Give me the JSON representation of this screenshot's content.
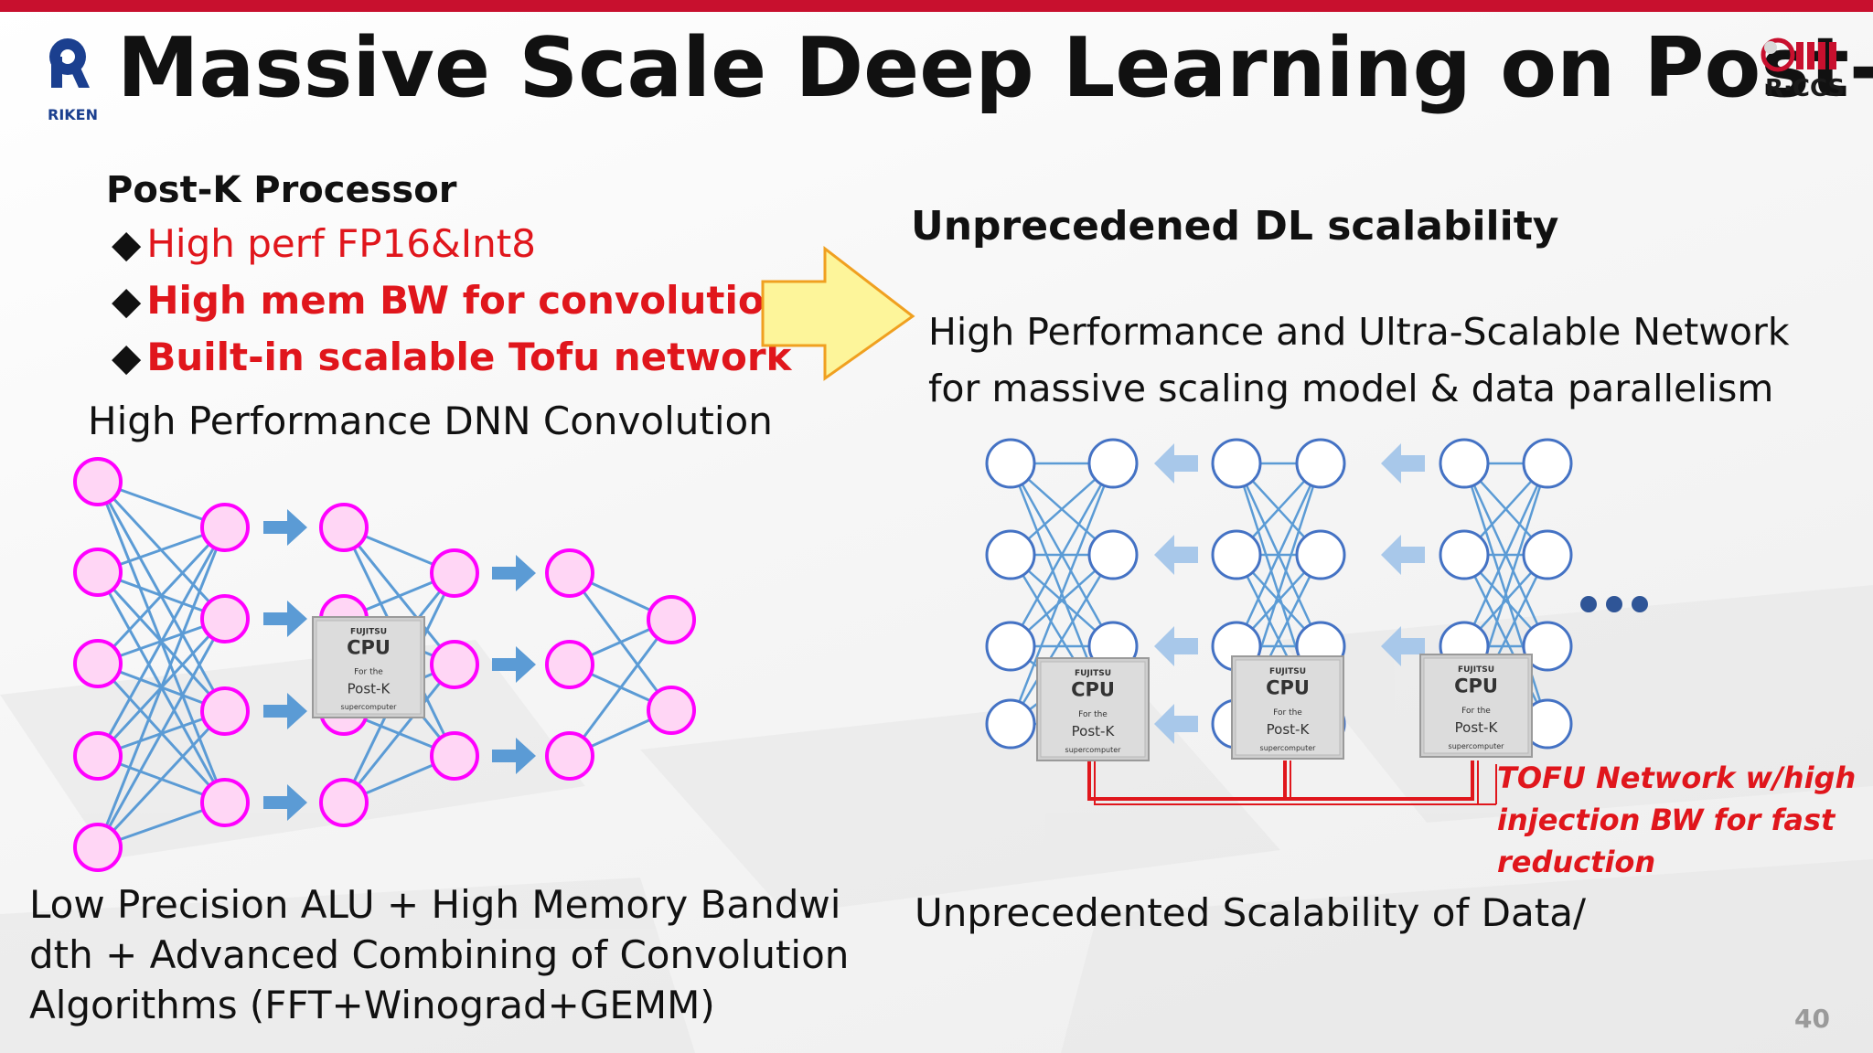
{
  "slide": {
    "title": "Massive Scale Deep Learning on Post-K",
    "logo_left_text": "RIKEN",
    "logo_right_text": "R·CCS",
    "page_number": "40"
  },
  "left": {
    "heading": "Post-K Processor",
    "bullet_symbol": "◆",
    "bullets": [
      "High perf FP16&Int8",
      "High mem BW for convolution",
      "Built-in scalable Tofu network"
    ],
    "caption": "High Performance DNN Convolution",
    "bottom_lines": [
      "Low Precision ALU + High Memory Bandwi",
      "dth + Advanced Combining of Convolution",
      "Algorithms (FFT+Winograd+GEMM)"
    ]
  },
  "right": {
    "heading": "Unprecedened DL scalability",
    "desc_lines": [
      "High Performance and Ultra-Scalable Network",
      "for massive scaling model & data parallelism"
    ],
    "tofu_lines": [
      "TOFU Network w/high",
      "injection BW for fast",
      "reduction"
    ],
    "bottom": "Unprecedented Scalability of Data/"
  },
  "chip": {
    "brand": "FUJITSU",
    "name": "CPU",
    "for_the": "For the",
    "model": "Post-K",
    "sub": "supercomputer"
  },
  "colors": {
    "accent_red": "#e0161c",
    "top_bar": "#c8102e",
    "left_node": "#ff00ff",
    "left_node_fill": "#ffd6f5",
    "edge_blue": "#5b9bd5",
    "right_node": "#4472c4",
    "arrow_blue": "#5b9bd5",
    "arrow_light": "#a8c8ea",
    "big_arrow_fill": "#fdf59a",
    "big_arrow_stroke": "#f0a020"
  }
}
